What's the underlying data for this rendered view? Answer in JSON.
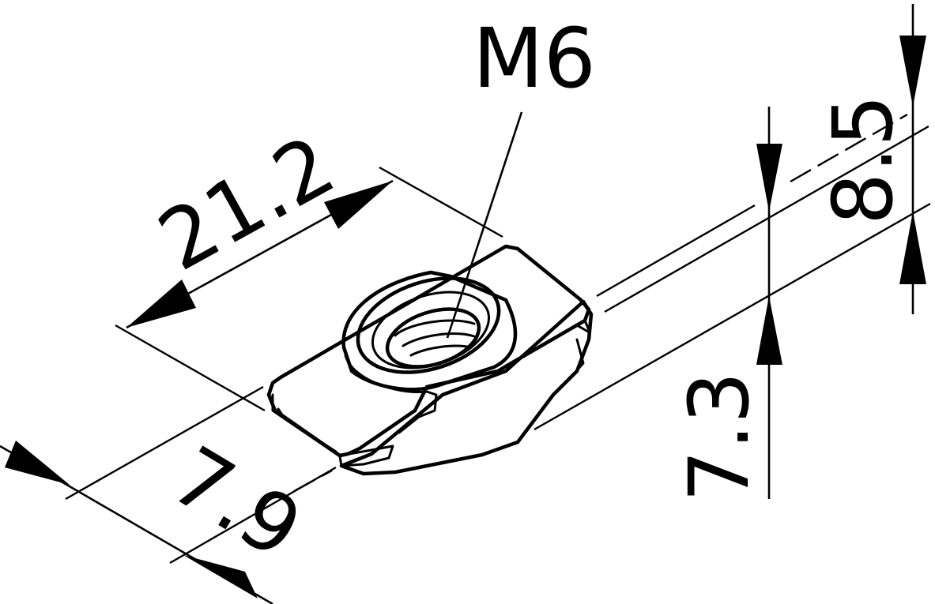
{
  "drawing": {
    "thread_label": "M6",
    "dimensions": {
      "length": "21.2",
      "width": "7.9",
      "height_total": "7.3",
      "height_upper": "8.5"
    },
    "colors": {
      "line": "#000000",
      "part_fill": "#e6e6e6",
      "background": "#ffffff"
    }
  }
}
